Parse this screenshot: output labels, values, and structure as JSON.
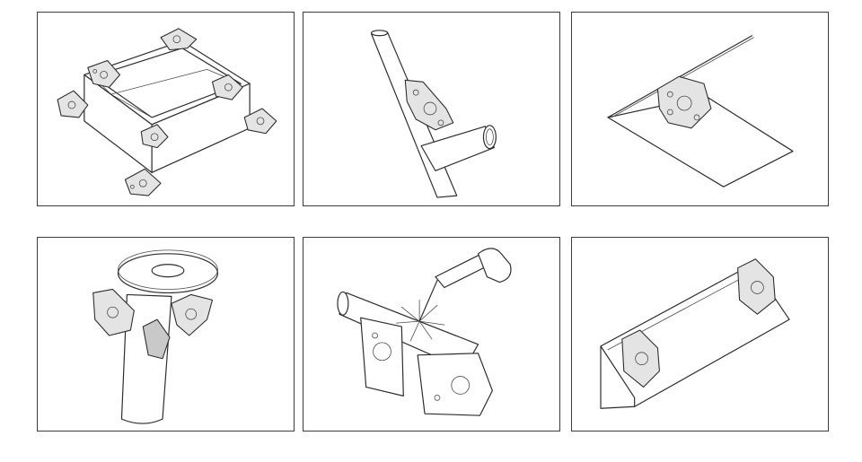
{
  "panels": [
    {
      "id": "box-corners",
      "subject": "magnets-holding-box-corners"
    },
    {
      "id": "angled-tubes",
      "subject": "magnet-holding-angled-tube-joint"
    },
    {
      "id": "plate-angle",
      "subject": "magnet-holding-plate-at-angle"
    },
    {
      "id": "flange-pipe",
      "subject": "magnets-holding-flange-on-pipe"
    },
    {
      "id": "welding-tube",
      "subject": "welding-tube-held-by-magnets"
    },
    {
      "id": "channel-angle",
      "subject": "magnets-holding-angle-channel"
    }
  ],
  "colors": {
    "border": "#3c3c3c",
    "ink": "#2d2d2d",
    "background": "#ffffff",
    "shade": "#e4e4e4"
  }
}
